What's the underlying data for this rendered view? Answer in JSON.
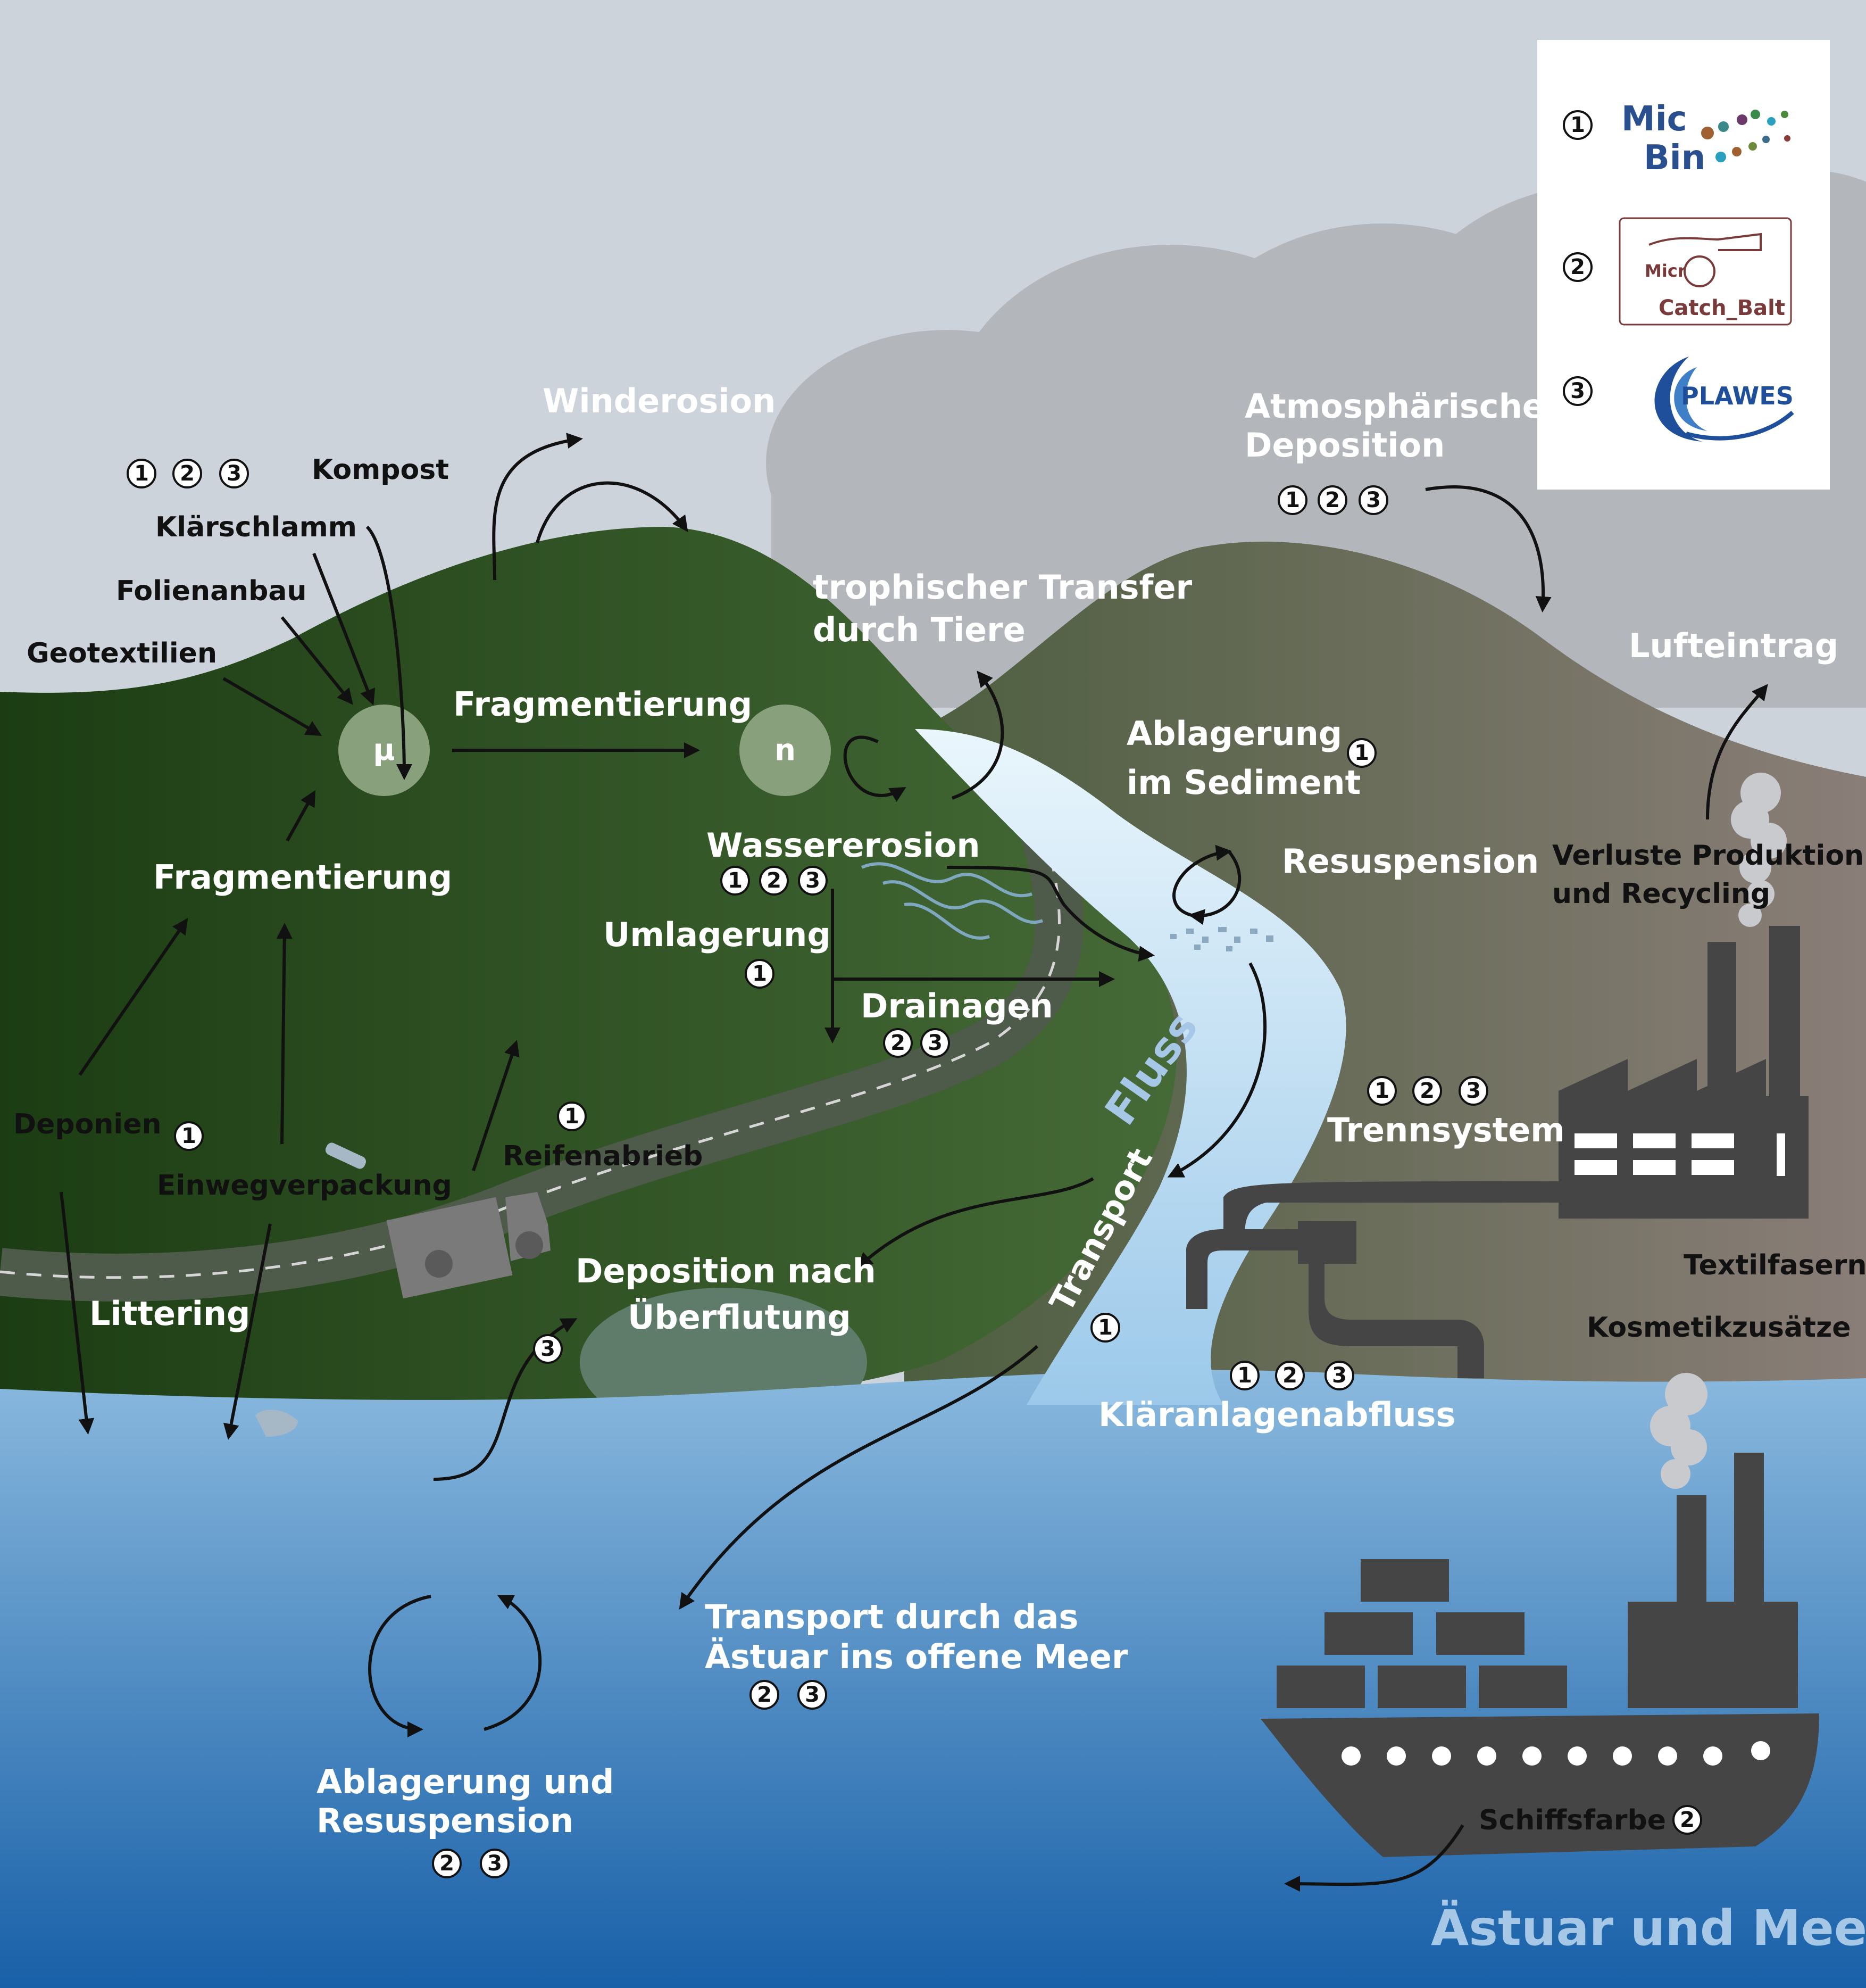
{
  "labels": {
    "winderosion": "Winderosion",
    "kompost": "Kompost",
    "klaerschlamm": "Klärschlamm",
    "folienanbau": "Folienanbau",
    "geotextilien": "Geotextilien",
    "fragmentierung_top": "Fragmentierung",
    "micro_symbol": "µ",
    "nano_symbol": "n",
    "fragmentierung_left": "Fragmentierung",
    "trophisch_1": "trophischer Transfer",
    "trophisch_2": "durch Tiere",
    "atmos_1": "Atmosphärische",
    "atmos_2": "Deposition",
    "lufteintrag": "Lufteintrag",
    "ablagerung_sed_1": "Ablagerung",
    "ablagerung_sed_2": "im Sediment",
    "resuspension": "Resuspension",
    "verluste_1": "Verluste Produktion",
    "verluste_2": "und Recycling",
    "wassererosion": "Wassererosion",
    "umlagerung": "Umlagerung",
    "drainagen": "Drainagen",
    "fluss": "Fluss",
    "deponien": "Deponien",
    "einwegverpackung": "Einwegverpackung",
    "reifenabrieb": "Reifenabrieb",
    "trennsystem": "Trennsystem",
    "textilfasern": "Textilfasern",
    "kosmetik": "Kosmetikzusätze",
    "littering": "Littering",
    "deposition_1": "Deposition nach",
    "deposition_2": "Überflutung",
    "transport": "Transport",
    "klaeranlage": "Kläranlagenabfluss",
    "transport_meer_1": "Transport durch das",
    "transport_meer_2": "Ästuar ins offene Meer",
    "abl_res_1": "Ablagerung und",
    "abl_res_2": "Resuspension",
    "schiffsfarbe": "Schiffsfarbe",
    "astuar": "Ästuar und Meer"
  },
  "badges": {
    "one": "1",
    "two": "2",
    "three": "3"
  },
  "legend": {
    "logo1_line1": "Mic",
    "logo1_line2": "Bin",
    "logo2_line1": "Micr",
    "logo2_line2": "Catch_Balt",
    "logo3": "PLAWES"
  },
  "colors": {
    "sky": "#cdd3da",
    "cloud": "#b4b8bd",
    "hill_left": "#2e4d22",
    "hill_right": "#5e6b4f",
    "river": "#dff1fb",
    "sea_top": "#8ab9de",
    "sea_bottom": "#1860a8",
    "industry": "#454545",
    "label_blue": "#a6c8e6"
  }
}
